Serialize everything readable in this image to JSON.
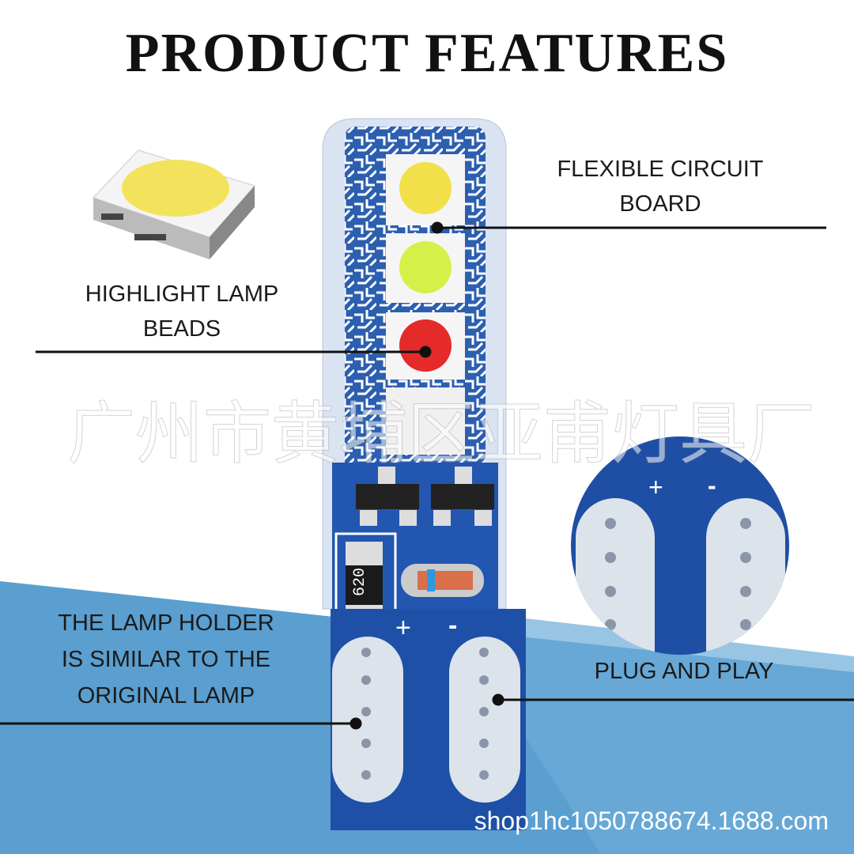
{
  "title": "PRODUCT FEATURES",
  "features": {
    "flexible_circuit_board": [
      "FLEXIBLE CIRCUIT",
      "BOARD"
    ],
    "highlight_lamp_beads": [
      "HIGHLIGHT LAMP",
      "BEADS"
    ],
    "lamp_holder": [
      "THE LAMP HOLDER",
      "IS SIMILAR TO THE",
      "ORIGINAL LAMP"
    ],
    "plug_and_play": "PLUG AND PLAY"
  },
  "resistor_code": "620",
  "polarity": {
    "plus": "+",
    "minus": "-"
  },
  "watermark": "广州市黄埔区亚甫灯具厂",
  "shop_url": "shop1hc1050788674.1688.com",
  "colors": {
    "pcb_blue": "#1f4ea3",
    "background_blue": "#5a9fd0",
    "led_yellow": "#f2e04a",
    "led_green": "#d6f04a",
    "led_red": "#e52a2a"
  }
}
